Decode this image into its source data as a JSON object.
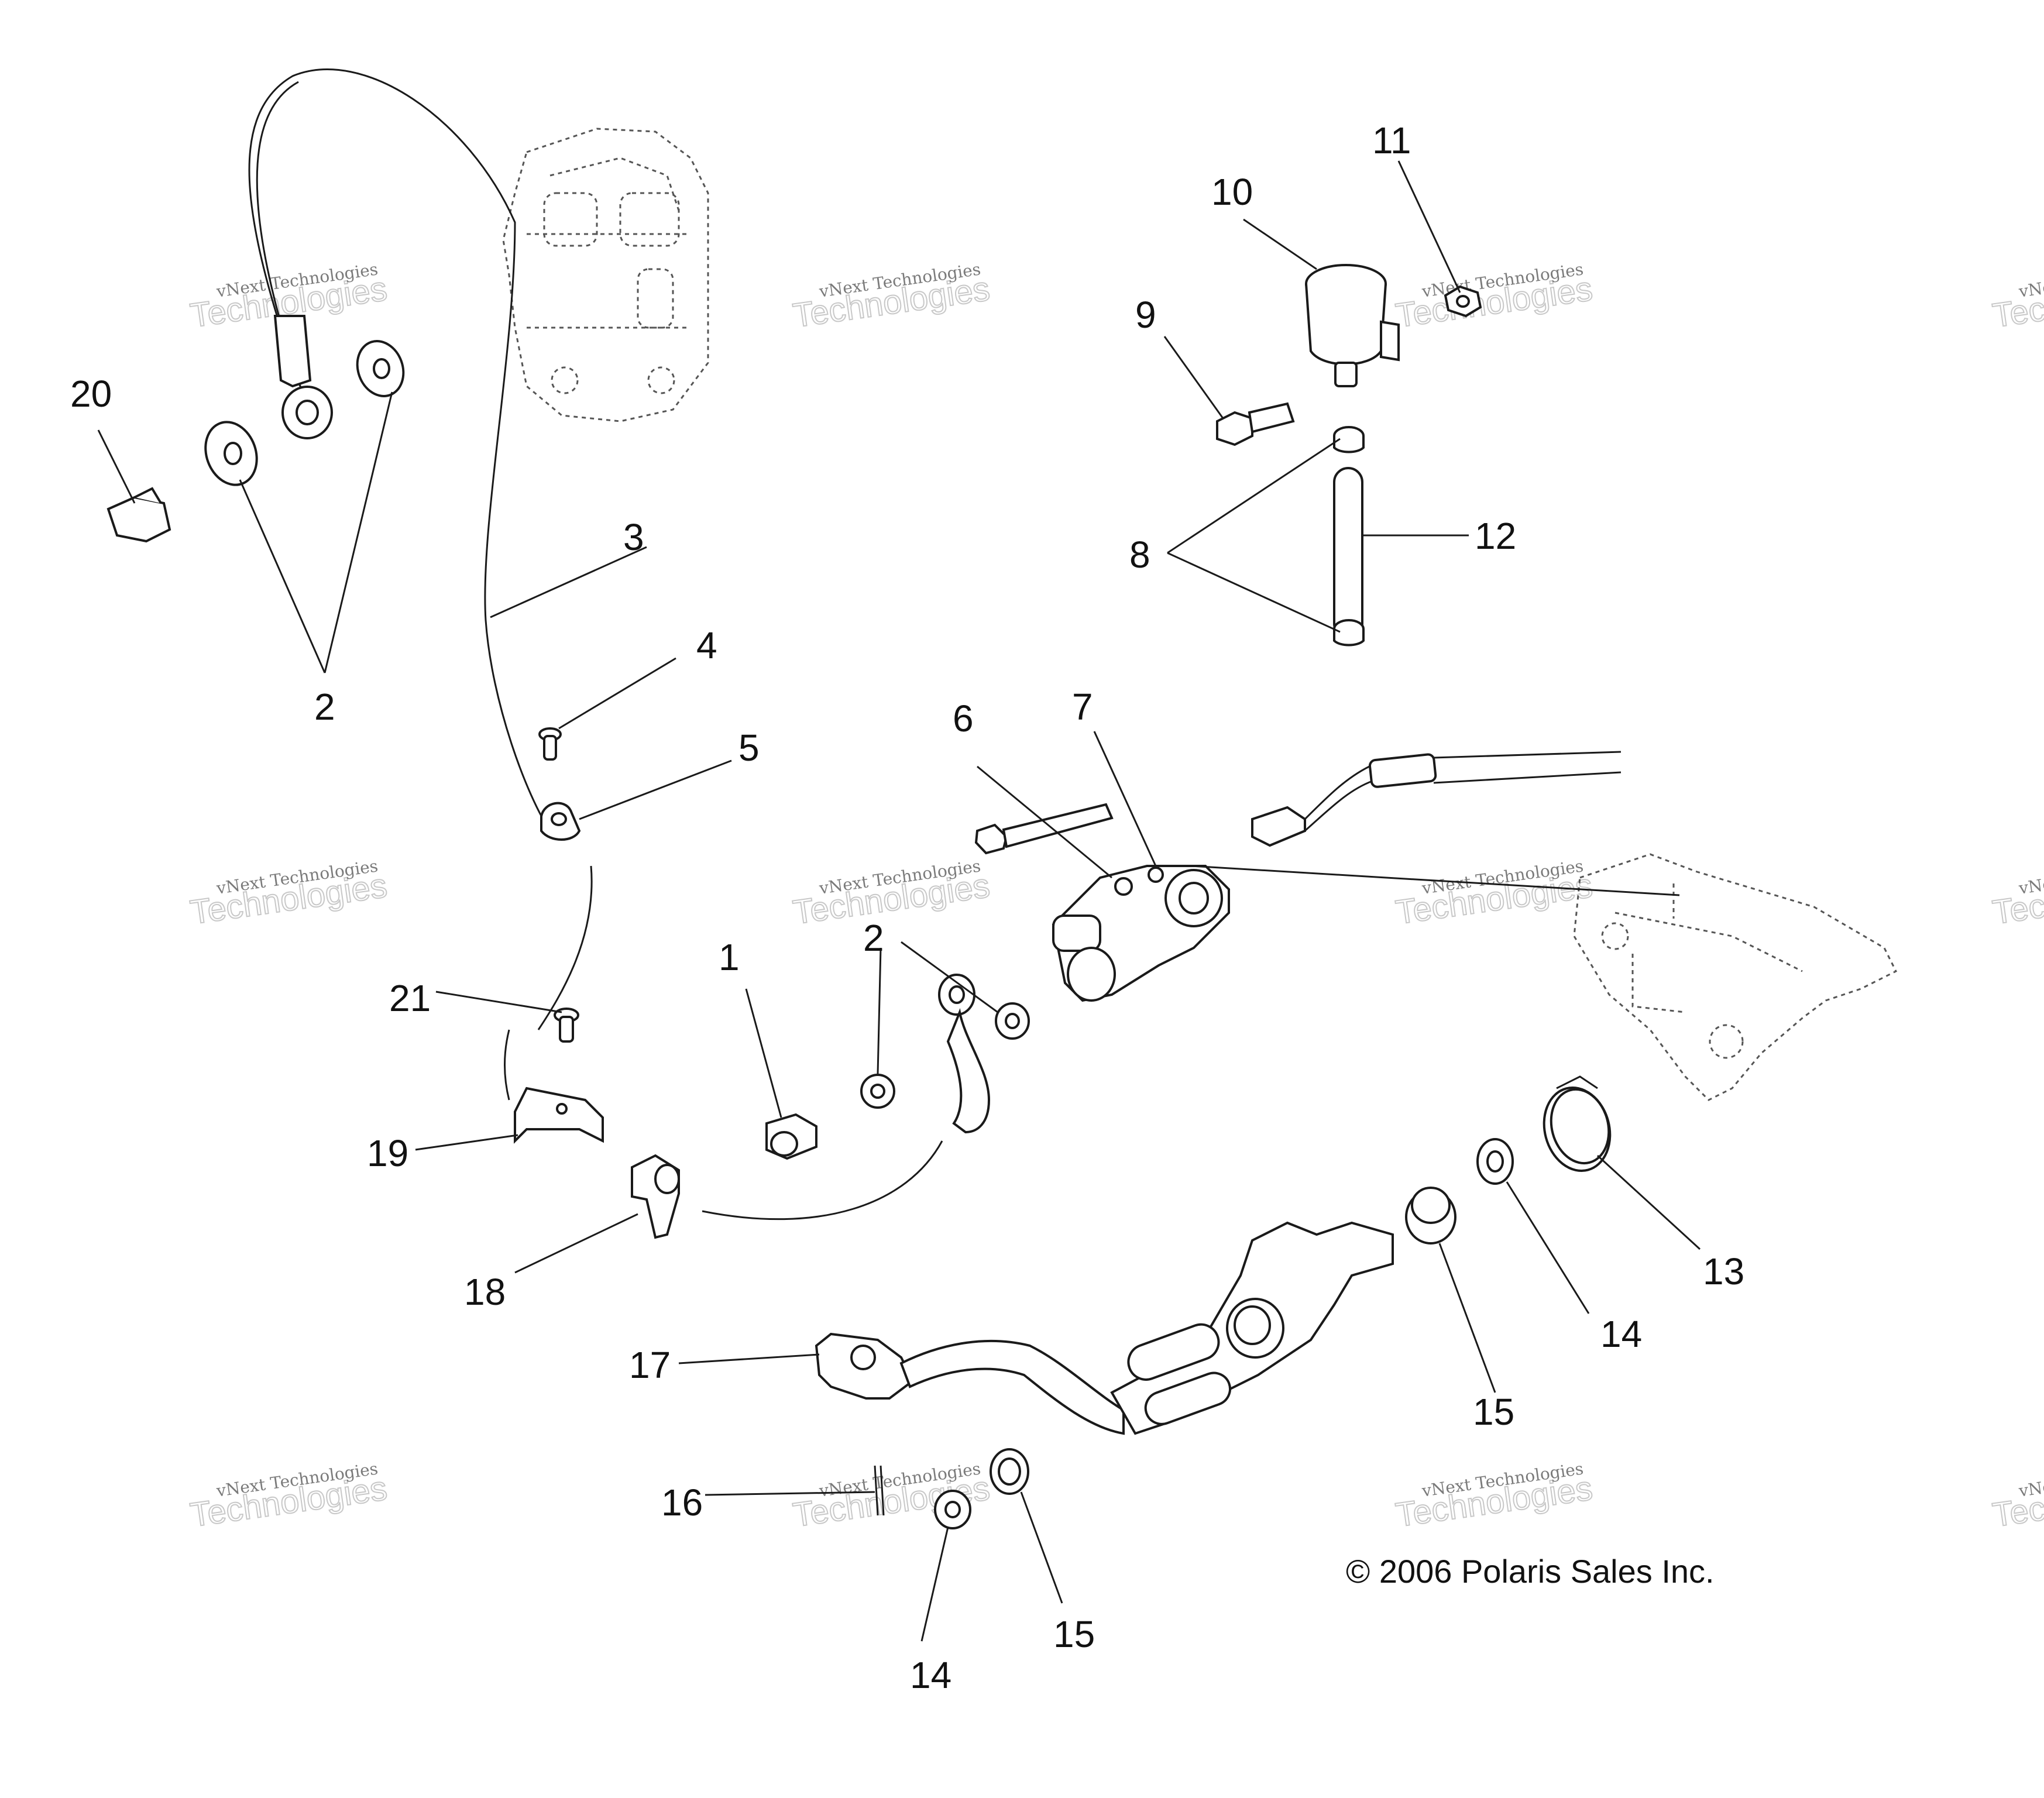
{
  "diagram": {
    "copyright": "© 2006 Polaris Sales Inc.",
    "watermark_small": "vNext Technologies",
    "watermark_big": "Technologies",
    "watermark_faint": "vNext",
    "callouts": [
      {
        "id": "c1",
        "label": "1"
      },
      {
        "id": "c2a",
        "label": "2"
      },
      {
        "id": "c2b",
        "label": "2"
      },
      {
        "id": "c3",
        "label": "3"
      },
      {
        "id": "c4",
        "label": "4"
      },
      {
        "id": "c5",
        "label": "5"
      },
      {
        "id": "c6",
        "label": "6"
      },
      {
        "id": "c7",
        "label": "7"
      },
      {
        "id": "c8",
        "label": "8"
      },
      {
        "id": "c9",
        "label": "9"
      },
      {
        "id": "c10",
        "label": "10"
      },
      {
        "id": "c11",
        "label": "11"
      },
      {
        "id": "c12",
        "label": "12"
      },
      {
        "id": "c13",
        "label": "13"
      },
      {
        "id": "c14a",
        "label": "14"
      },
      {
        "id": "c14b",
        "label": "14"
      },
      {
        "id": "c15a",
        "label": "15"
      },
      {
        "id": "c15b",
        "label": "15"
      },
      {
        "id": "c16",
        "label": "16"
      },
      {
        "id": "c17",
        "label": "17"
      },
      {
        "id": "c18",
        "label": "18"
      },
      {
        "id": "c19",
        "label": "19"
      },
      {
        "id": "c20",
        "label": "20"
      },
      {
        "id": "c21",
        "label": "21"
      }
    ]
  }
}
